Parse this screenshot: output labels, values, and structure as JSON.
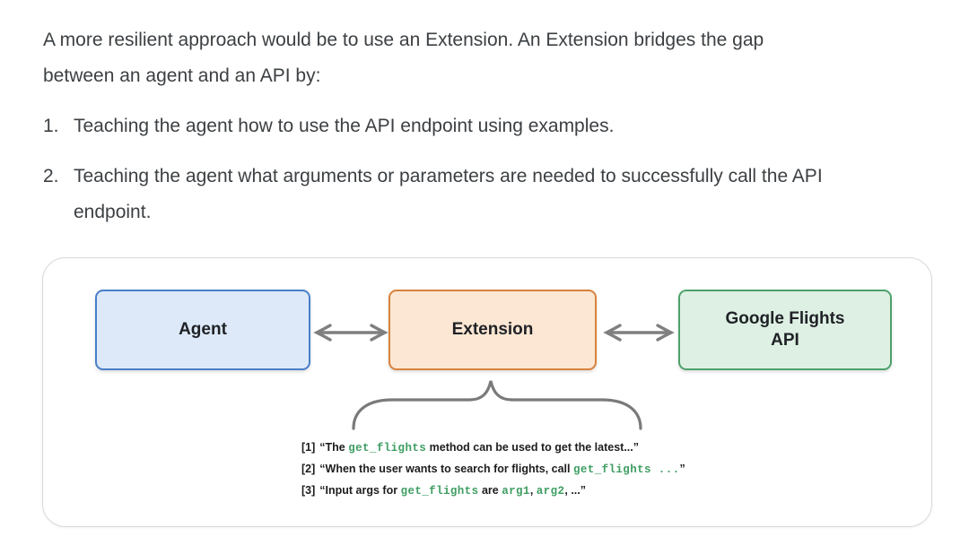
{
  "intro": {
    "line1": "A more resilient approach would be to use an Extension. An Extension bridges the gap",
    "line2": "between an agent and an API by:"
  },
  "list": [
    {
      "number": "1.",
      "text": "Teaching the agent how to use the API endpoint using examples."
    },
    {
      "number": "2.",
      "text": "Teaching the agent what arguments or parameters are needed to successfully call the API endpoint."
    }
  ],
  "diagram": {
    "nodes": [
      {
        "id": "agent",
        "label": "Agent",
        "fill": "#dde9f9",
        "border": "#4a7ec8"
      },
      {
        "id": "extension",
        "label": "Extension",
        "fill": "#fbe7d3",
        "border": "#d8823e"
      },
      {
        "id": "google",
        "label": "Google Flights\nAPI",
        "fill": "#def0e4",
        "border": "#4ea16b"
      }
    ],
    "annotations": [
      {
        "index": "[1]",
        "parts": [
          {
            "type": "text",
            "value": "“The "
          },
          {
            "type": "code",
            "value": "get_flights"
          },
          {
            "type": "text",
            "value": " method can be used to get the latest...”"
          }
        ]
      },
      {
        "index": "[2]",
        "parts": [
          {
            "type": "text",
            "value": "“When the user wants to search for flights, call "
          },
          {
            "type": "code",
            "value": "get_flights"
          },
          {
            "type": "code",
            "value": " ..."
          },
          {
            "type": "text",
            "value": "”"
          }
        ]
      },
      {
        "index": "[3]",
        "parts": [
          {
            "type": "text",
            "value": "“Input args for "
          },
          {
            "type": "code",
            "value": "get_flights"
          },
          {
            "type": "text",
            "value": " are "
          },
          {
            "type": "code",
            "value": "arg1"
          },
          {
            "type": "text",
            "value": ", "
          },
          {
            "type": "code",
            "value": "arg2"
          },
          {
            "type": "text",
            "value": ", ...”"
          }
        ]
      }
    ]
  },
  "colors": {
    "body_text": "#3c4043",
    "panel_border": "#d9d9d9",
    "arrow": "#7f7f7f",
    "brace": "#7a7a7a",
    "code_green": "#3f9e63",
    "annotation_text": "#1d1d1d"
  }
}
